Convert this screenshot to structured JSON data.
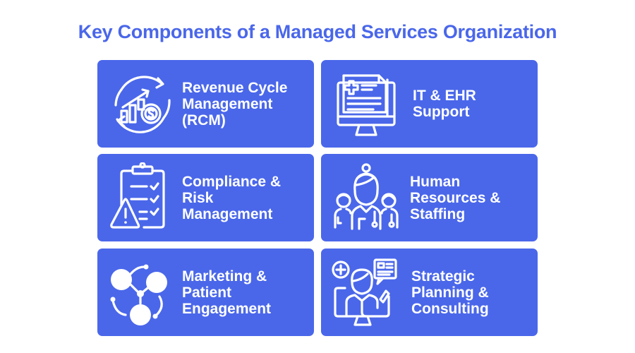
{
  "title": "Key Components of a Managed Services Organization",
  "colors": {
    "accent": "#4a67ea",
    "background": "#ffffff",
    "card_text": "#ffffff"
  },
  "cards": [
    {
      "label": "Revenue Cycle\nManagement\n(RCM)",
      "icon": "revenue-cycle-icon"
    },
    {
      "label": "IT & EHR\nSupport",
      "icon": "computer-medical-record-icon"
    },
    {
      "label": "Compliance &\nRisk\nManagement",
      "icon": "clipboard-warning-icon"
    },
    {
      "label": "Human\nResources &\nStaffing",
      "icon": "medical-staff-icon"
    },
    {
      "label": "Marketing &\nPatient\nEngagement",
      "icon": "patient-network-icon"
    },
    {
      "label": "Strategic\nPlanning &\nConsulting",
      "icon": "consultant-icon"
    }
  ]
}
